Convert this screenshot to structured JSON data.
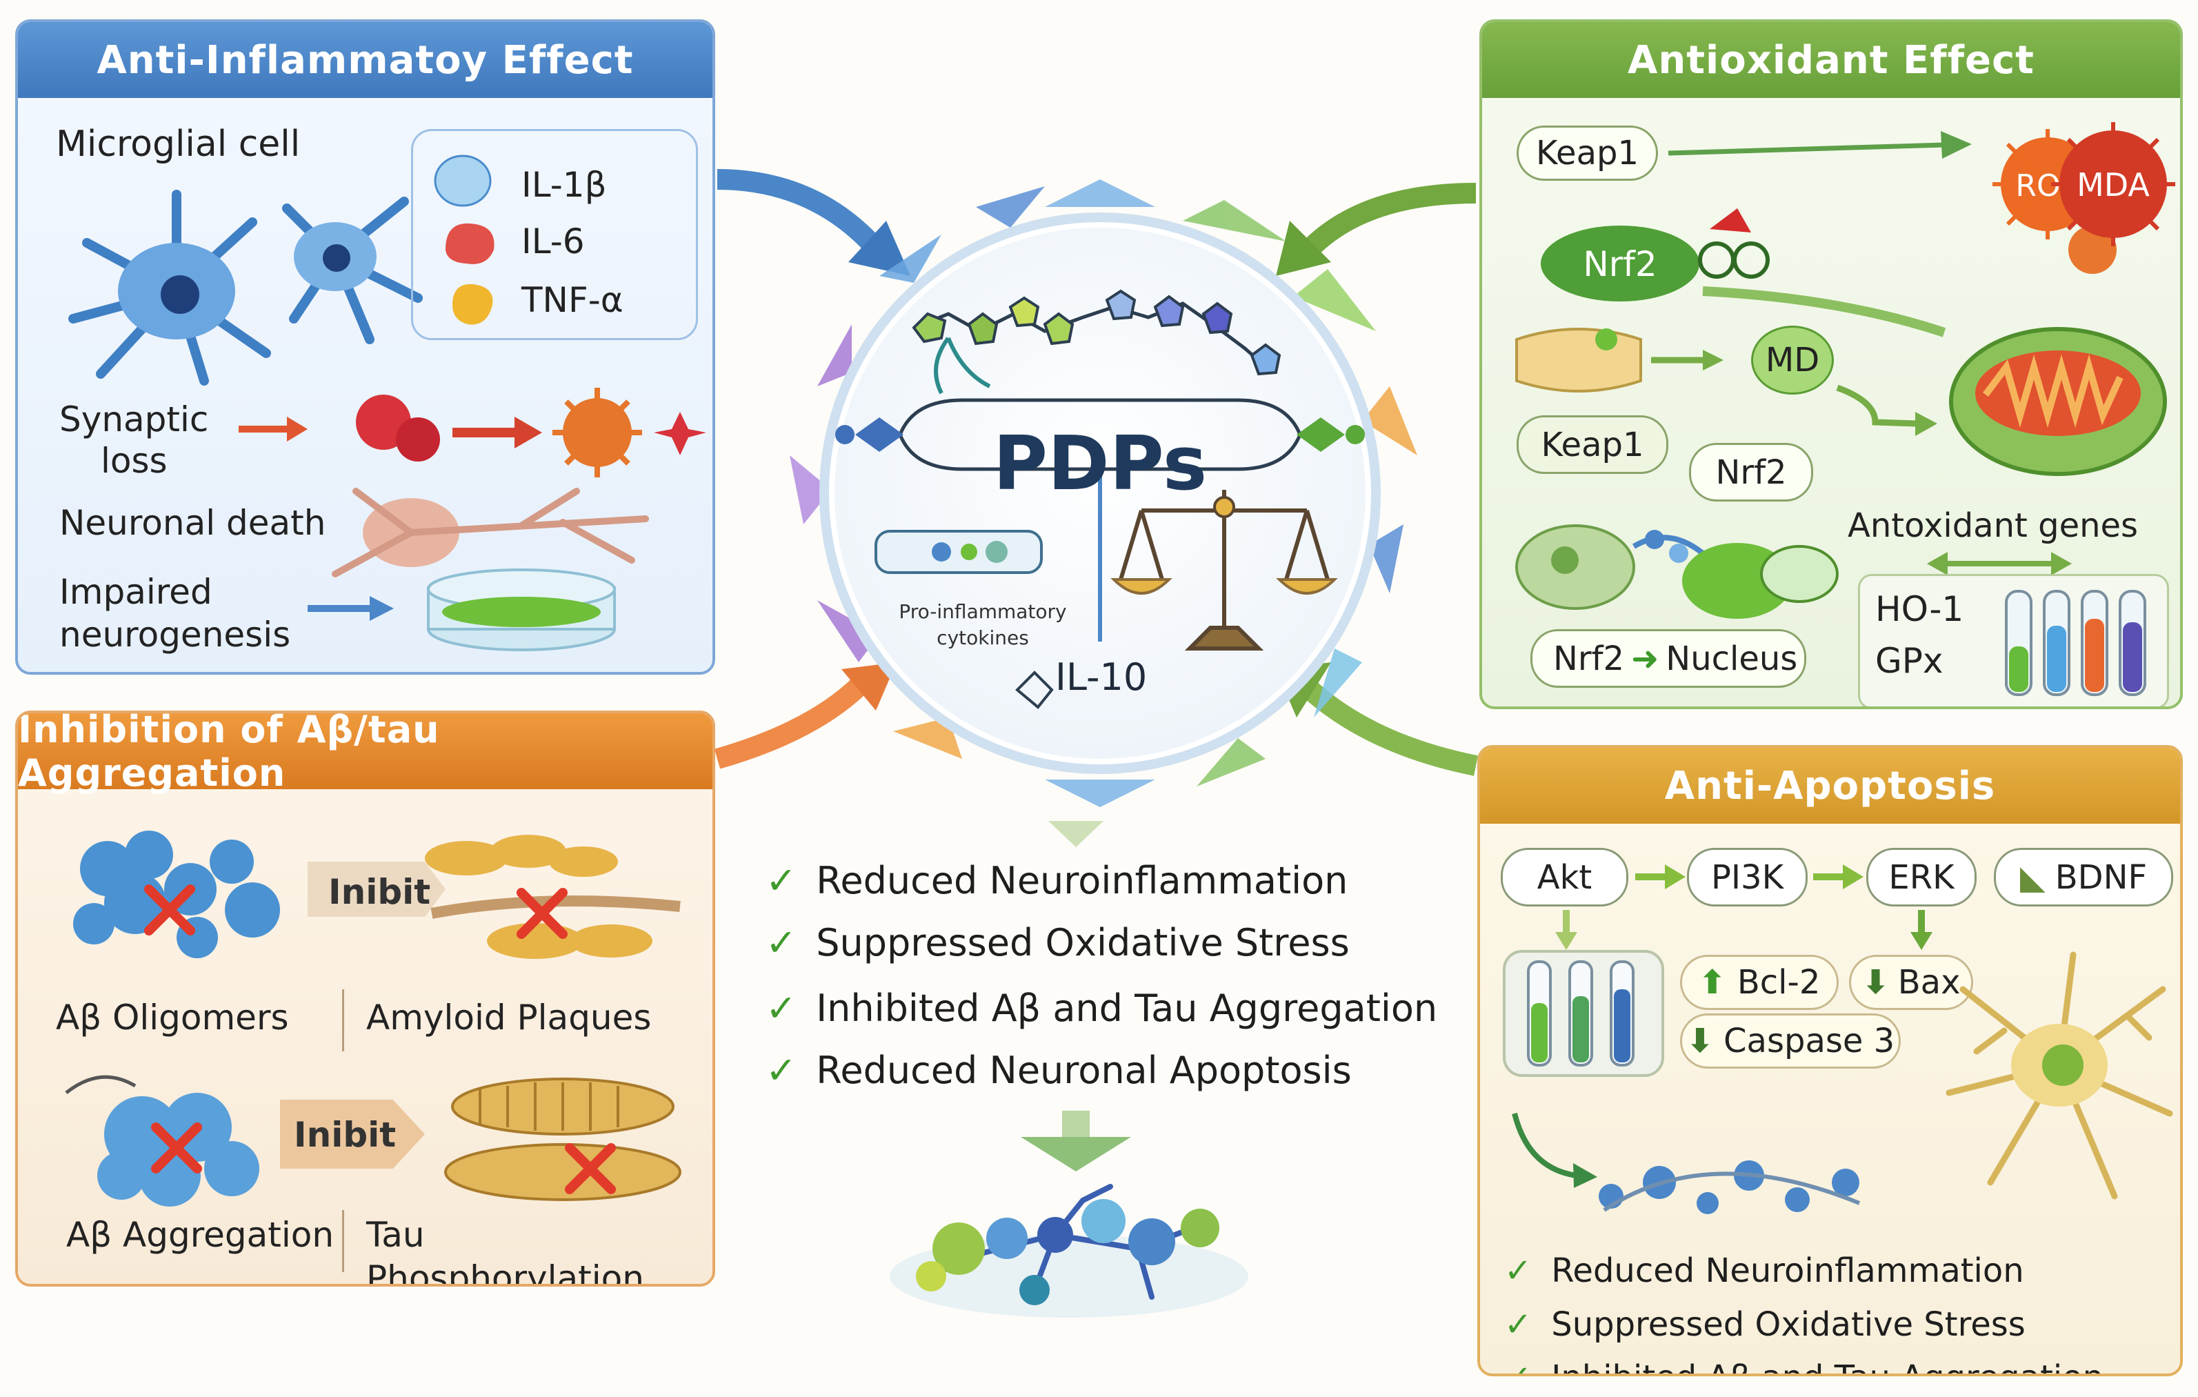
{
  "center": {
    "title": "PDPs",
    "pro_inflammatory": "Pro-inflammatory",
    "cytokines": "cytokines",
    "il10": "IL-10"
  },
  "anti_inflammatory": {
    "header": "Anti-Inflammatoy Effect",
    "microglial_cell": "Microglial cell",
    "cytokines": [
      "IL-1β",
      "IL-6",
      "TNF-α"
    ],
    "synaptic_loss_1": "Synaptic",
    "synaptic_loss_2": "loss",
    "neuronal_death": "Neuronal death",
    "impaired_1": "Impaired",
    "impaired_2": "neurogenesis"
  },
  "antioxidant": {
    "header": "Antioxidant Effect",
    "keap1_top": "Keap1",
    "nrf2_top": "Nrf2",
    "ros": "ROS",
    "mda": "MDA",
    "md": "MD",
    "keap1_mid": "Keap1",
    "nrf2_mid": "Nrf2",
    "antioxidant_genes": "Antoxidant genes",
    "nrf2_nucleus_a": "Nrf2",
    "nrf2_nucleus_b": "Nucleus",
    "ho1": "HO-1",
    "gpx": "GPx"
  },
  "aggregation": {
    "header": "Inhibition of Aβ/tau Aggregation",
    "inibit_1": "Inibit",
    "inibit_2": "Inibit",
    "ab_oligomers": "Aβ Oligomers",
    "amyloid_plaques": "Amyloid Plaques",
    "ab_aggregation": "Aβ Aggregation",
    "tau_phos": "Tau Phosphorylation"
  },
  "apoptosis": {
    "header": "Anti-Apoptosis",
    "akt": "Akt",
    "pi3k": "PI3K",
    "erk": "ERK",
    "bdnf": "BDNF",
    "bcl2": "Bcl-2",
    "bax": "Bax",
    "caspase3": "Caspase 3",
    "outcomes": [
      "Reduced Neuroinflammation",
      "Suppressed Oxidative Stress",
      "Inhibited Aβ and Tau Aggregation"
    ]
  },
  "outcomes": [
    "Reduced Neuroinflammation",
    "Suppressed Oxidative Stress",
    "Inhibited Aβ and Tau Aggregation",
    "Reduced Neuronal Apoptosis"
  ],
  "colors": {
    "blue_header": "#4a86c8",
    "green_header": "#72a83f",
    "orange_header": "#e08a2a",
    "gold_header": "#dba034",
    "check_green": "#3f9a2c"
  }
}
